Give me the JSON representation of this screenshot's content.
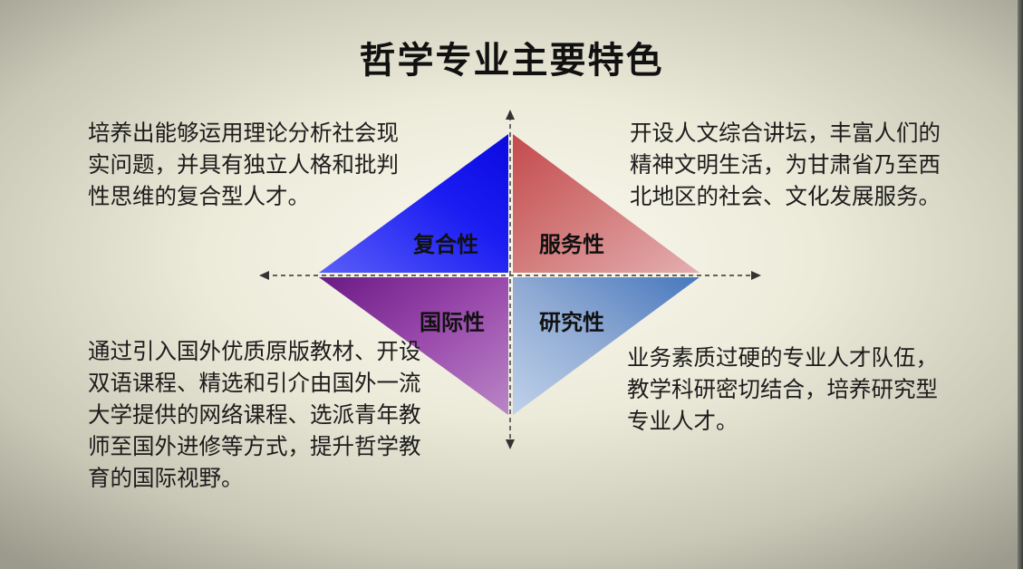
{
  "title": "哲学专业主要特色",
  "quadrants": {
    "top_left": {
      "label": "复合性",
      "color": "#1010f0"
    },
    "top_right": {
      "label": "服务性",
      "color": "#c85a5a"
    },
    "bottom_left": {
      "label": "国际性",
      "color": "#8a2f9a"
    },
    "bottom_right": {
      "label": "研究性",
      "color": "#4a7bc0"
    }
  },
  "descriptions": {
    "top_left": "培养出能够运用理论分析社会现实问题，并具有独立人格和批判性思维的复合型人才。",
    "top_right": "开设人文综合讲坛，丰富人们的精神文明生活，为甘肃省乃至西北地区的社会、文化发展服务。",
    "bottom_left": "通过引入国外优质原版教材、开设双语课程、精选和引介由国外一流大学提供的网络课程、选派青年教师至国外进修等方式，提升哲学教育的国际视野。",
    "bottom_right": "业务素质过硬的专业人才队伍，教学科研密切结合，培养研究型专业人才。"
  }
}
